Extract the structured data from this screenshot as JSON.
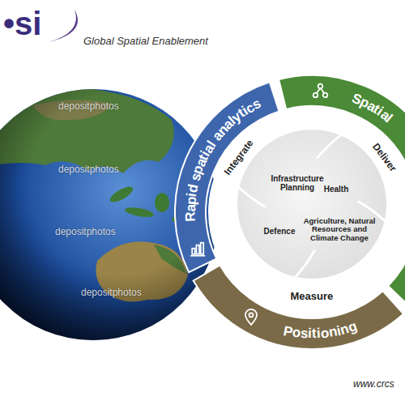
{
  "diagram": {
    "nodes": [
      {
        "text": [
          "Rapid spatial analytics"
        ]
      },
      {
        "text": [
          "Spatial"
        ]
      },
      {
        "text": [
          "Positioning"
        ]
      },
      {
        "text": [
          "Integrate",
          "Deliver",
          "Measure"
        ]
      },
      {
        "text": [
          "Infrastructure Planning"
        ],
        "in": 3
      },
      {
        "text": [
          "Health"
        ],
        "in": 3
      },
      {
        "text": [
          "Defence"
        ],
        "in": 3
      },
      {
        "text": [
          "Agriculture, Natural Resources and Climate Change"
        ],
        "in": 3
      }
    ],
    "labels": [
      "•si",
      "Global Spatial Enablement",
      "depositphotos",
      "depositphotos",
      "depositphotos",
      "depositphotos",
      "www.crcs"
    ]
  }
}
